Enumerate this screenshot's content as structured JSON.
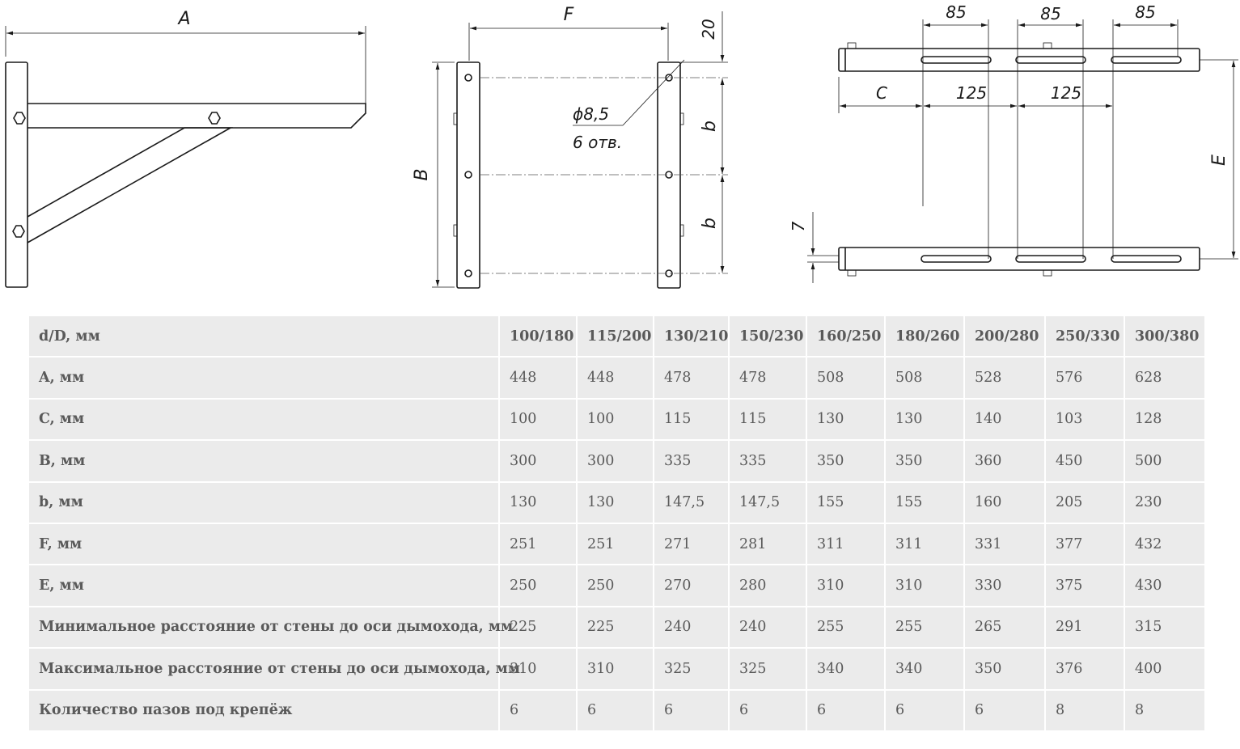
{
  "drawing_labels": {
    "side_view": {
      "dim_a": "A"
    },
    "front_view": {
      "dim_f": "F",
      "dim_20": "20",
      "dim_b": "B",
      "dim_b1": "b",
      "dim_b2": "b",
      "hole_dia": "ϕ8,5",
      "hole_count": "6 отв."
    },
    "top_view": {
      "dim_85_1": "85",
      "dim_85_2": "85",
      "dim_85_3": "85",
      "dim_c": "C",
      "dim_125_1": "125",
      "dim_125_2": "125",
      "dim_e": "E",
      "dim_7": "7"
    }
  },
  "table": {
    "header": [
      "d/D, мм",
      "100/180",
      "115/200",
      "130/210",
      "150/230",
      "160/250",
      "180/260",
      "200/280",
      "250/330",
      "300/380"
    ],
    "rows": [
      [
        "A, мм",
        "448",
        "448",
        "478",
        "478",
        "508",
        "508",
        "528",
        "576",
        "628"
      ],
      [
        "C, мм",
        "100",
        "100",
        "115",
        "115",
        "130",
        "130",
        "140",
        "103",
        "128"
      ],
      [
        "B, мм",
        "300",
        "300",
        "335",
        "335",
        "350",
        "350",
        "360",
        "450",
        "500"
      ],
      [
        "b, мм",
        "130",
        "130",
        "147,5",
        "147,5",
        "155",
        "155",
        "160",
        "205",
        "230"
      ],
      [
        "F, мм",
        "251",
        "251",
        "271",
        "281",
        "311",
        "311",
        "331",
        "377",
        "432"
      ],
      [
        "E, мм",
        "250",
        "250",
        "270",
        "280",
        "310",
        "310",
        "330",
        "375",
        "430"
      ],
      [
        "Минимальное расстояние от стены до оси дымохода, мм",
        "225",
        "225",
        "240",
        "240",
        "255",
        "255",
        "265",
        "291",
        "315"
      ],
      [
        "Максимальное расстояние от стены до оси дымохода, мм",
        "310",
        "310",
        "325",
        "325",
        "340",
        "340",
        "350",
        "376",
        "400"
      ],
      [
        "Количество пазов под крепёж",
        "6",
        "6",
        "6",
        "6",
        "6",
        "6",
        "6",
        "8",
        "8"
      ]
    ]
  }
}
